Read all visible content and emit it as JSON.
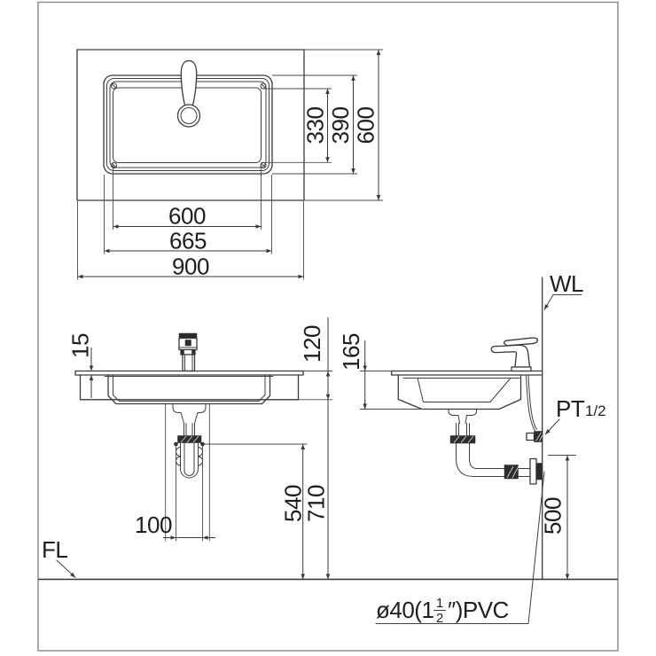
{
  "plan": {
    "d330": "330",
    "d390": "390",
    "d600v": "600",
    "d600h": "600",
    "d665": "665",
    "d900": "900"
  },
  "front": {
    "d15": "15",
    "d120": "120",
    "d100": "100",
    "d540": "540",
    "d710": "710"
  },
  "side": {
    "d165": "165",
    "d500": "500",
    "wl": "WL",
    "pt": "PT",
    "pt_size": "1/2"
  },
  "floor": {
    "fl": "FL"
  },
  "pvc": {
    "prefix": "ø40(1",
    "num": "1",
    "den": "2",
    "suffix": "″)PVC"
  },
  "colors": {
    "line": "#3a3a3a",
    "frame": "#8f8f8f",
    "text": "#1e1e1e"
  }
}
